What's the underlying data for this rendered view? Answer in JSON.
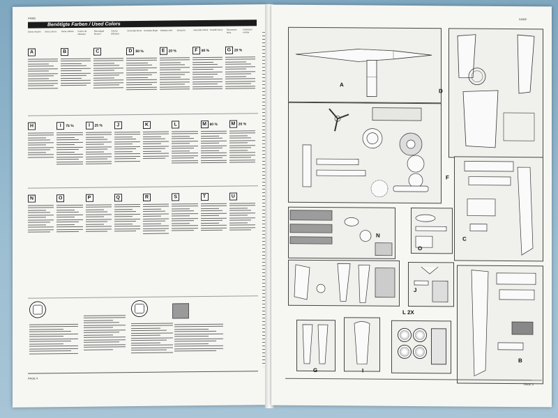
{
  "left_page": {
    "code": "04865",
    "title": "Benötigte Farben / Used Colors",
    "page_label": "PAGE 4",
    "languages": [
      "Dieser Anzahl",
      "Used colours",
      "Teinte utilisée",
      "Colore da utilizzare",
      "Benodigde kleuren",
      "Colores utilizados",
      "Anvendte farver",
      "Använda färger",
      "Käytetyt värit",
      "Χρώματα",
      "Használt színek",
      "Použité barvy",
      "Stosowane farby",
      "Kullanılan renkler"
    ],
    "row1": [
      {
        "letter": "A",
        "pct": ""
      },
      {
        "letter": "B",
        "pct": ""
      },
      {
        "letter": "C",
        "pct": ""
      },
      {
        "letter": "D",
        "pct": "80 %"
      },
      {
        "letter": "E",
        "pct": "20 %"
      },
      {
        "letter": "F",
        "pct": ""
      },
      {
        "letter": "G",
        "pct": ""
      }
    ],
    "row1_extra": [
      "80 %",
      "20 %",
      "20 %"
    ],
    "row2": [
      {
        "letter": "H",
        "pct": ""
      },
      {
        "letter": "I",
        "pct": "75 %"
      },
      {
        "letter": "I",
        "pct": "25 %"
      },
      {
        "letter": "J",
        "pct": ""
      },
      {
        "letter": "K",
        "pct": ""
      },
      {
        "letter": "L",
        "pct": ""
      },
      {
        "letter": "M",
        "pct": "80 %"
      },
      {
        "letter": "M",
        "pct": "20 %"
      }
    ],
    "row3": [
      {
        "letter": "N",
        "pct": ""
      },
      {
        "letter": "O",
        "pct": ""
      },
      {
        "letter": "P",
        "pct": ""
      },
      {
        "letter": "Q",
        "pct": ""
      },
      {
        "letter": "R",
        "pct": ""
      },
      {
        "letter": "S",
        "pct": ""
      },
      {
        "letter": "T",
        "pct": ""
      },
      {
        "letter": "U",
        "pct": ""
      }
    ]
  },
  "right_page": {
    "code": "04865",
    "page_label": "PAGE 5",
    "labels": {
      "A": "A",
      "B": "B",
      "C": "C",
      "D": "D",
      "F": "F",
      "G": "G",
      "I": "I",
      "J": "J",
      "L": "L 2X",
      "N": "N",
      "O": "O"
    }
  },
  "colors": {
    "page": "#f6f7f3",
    "background": "#8fb4c9",
    "ink": "#1b1b1b"
  }
}
